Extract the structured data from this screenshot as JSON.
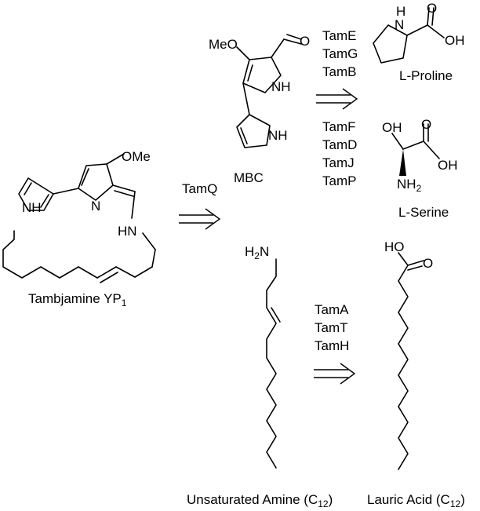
{
  "compounds": {
    "tambjamine": {
      "name": "Tambjamine YP",
      "subscript": "1",
      "ome": "OMe",
      "nh_pyrrole": "NH",
      "n": "N",
      "hn": "HN"
    },
    "mbc": {
      "name": "MBC",
      "meo": "MeO",
      "o": "O",
      "nh_top": "NH",
      "nh_bottom": "NH"
    },
    "proline": {
      "name": "L-Proline",
      "h": "H",
      "n": "N",
      "oh": "OH",
      "o": "O"
    },
    "serine": {
      "name": "L-Serine",
      "oh_left": "OH",
      "o": "O",
      "oh_right": "OH",
      "nh2": "NH",
      "nh2_sub": "2"
    },
    "amine": {
      "name_pre": "Unsaturated Amine (C",
      "name_sub": "12",
      "name_post": ")",
      "h2n": "H",
      "h2n_sub": "2",
      "h2n_n": "N"
    },
    "lauric": {
      "name_pre": "Lauric Acid (C",
      "name_sub": "12",
      "name_post": ")",
      "ho": "HO",
      "o": "O"
    }
  },
  "enzymes": {
    "tamq": [
      "TamQ"
    ],
    "proline_path": [
      "TamE",
      "TamG",
      "TamB"
    ],
    "serine_path": [
      "TamF",
      "TamD",
      "TamJ",
      "TamP"
    ],
    "fatty_path": [
      "TamA",
      "TamT",
      "TamH"
    ]
  }
}
